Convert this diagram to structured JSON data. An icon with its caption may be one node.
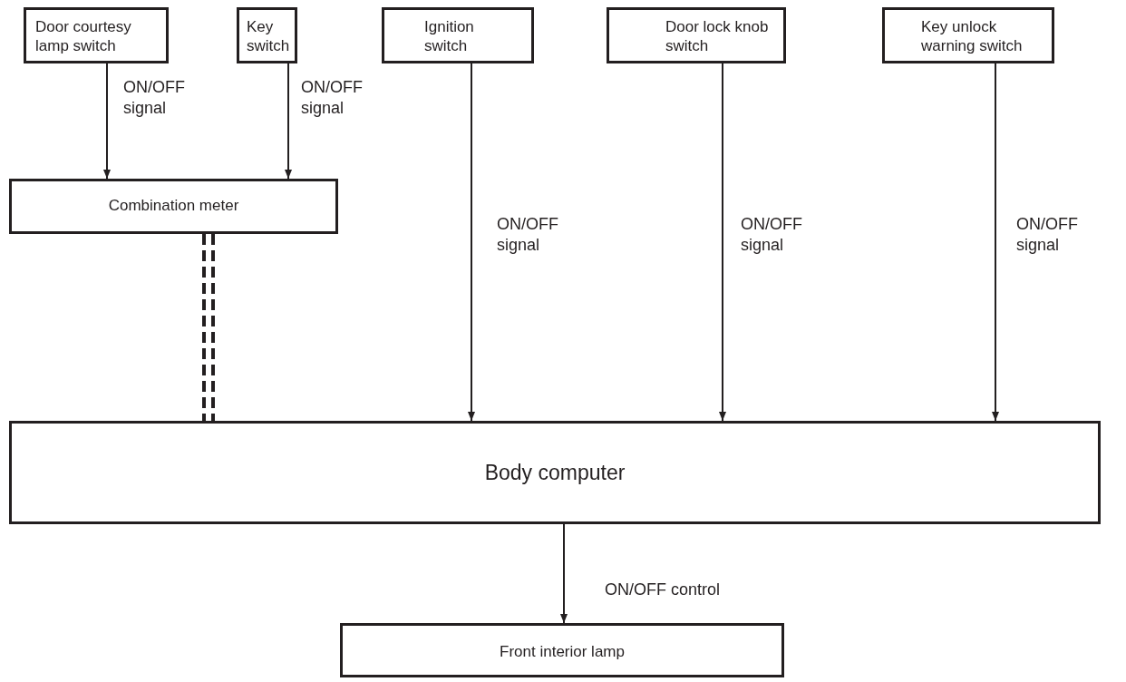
{
  "diagram": {
    "nodes": [
      {
        "text": [
          "Door courtesy lamp switch"
        ]
      },
      {
        "text": [
          "Key switch"
        ]
      },
      {
        "text": [
          "Ignition switch"
        ]
      },
      {
        "text": [
          "Door lock knob switch"
        ]
      },
      {
        "text": [
          "Key unlock warning switch"
        ]
      },
      {
        "text": [
          "Combination meter"
        ]
      },
      {
        "text": [
          "Body computer"
        ]
      },
      {
        "text": [
          "Front interior lamp"
        ]
      }
    ],
    "edges": [
      {
        "from": 0,
        "to": 5,
        "arrow": "to",
        "label": "ON/OFF signal"
      },
      {
        "from": 1,
        "to": 5,
        "arrow": "to",
        "label": "ON/OFF signal"
      },
      {
        "from": 2,
        "to": 6,
        "arrow": "to",
        "label": "ON/OFF signal"
      },
      {
        "from": 3,
        "to": 6,
        "arrow": "to",
        "label": "ON/OFF signal"
      },
      {
        "from": 4,
        "to": 6,
        "arrow": "to",
        "label": "ON/OFF signal"
      },
      {
        "from": 5,
        "to": 6,
        "arrow": "none",
        "style": "dashed"
      },
      {
        "from": 6,
        "to": 7,
        "arrow": "to",
        "label": "ON/OFF control"
      }
    ]
  }
}
